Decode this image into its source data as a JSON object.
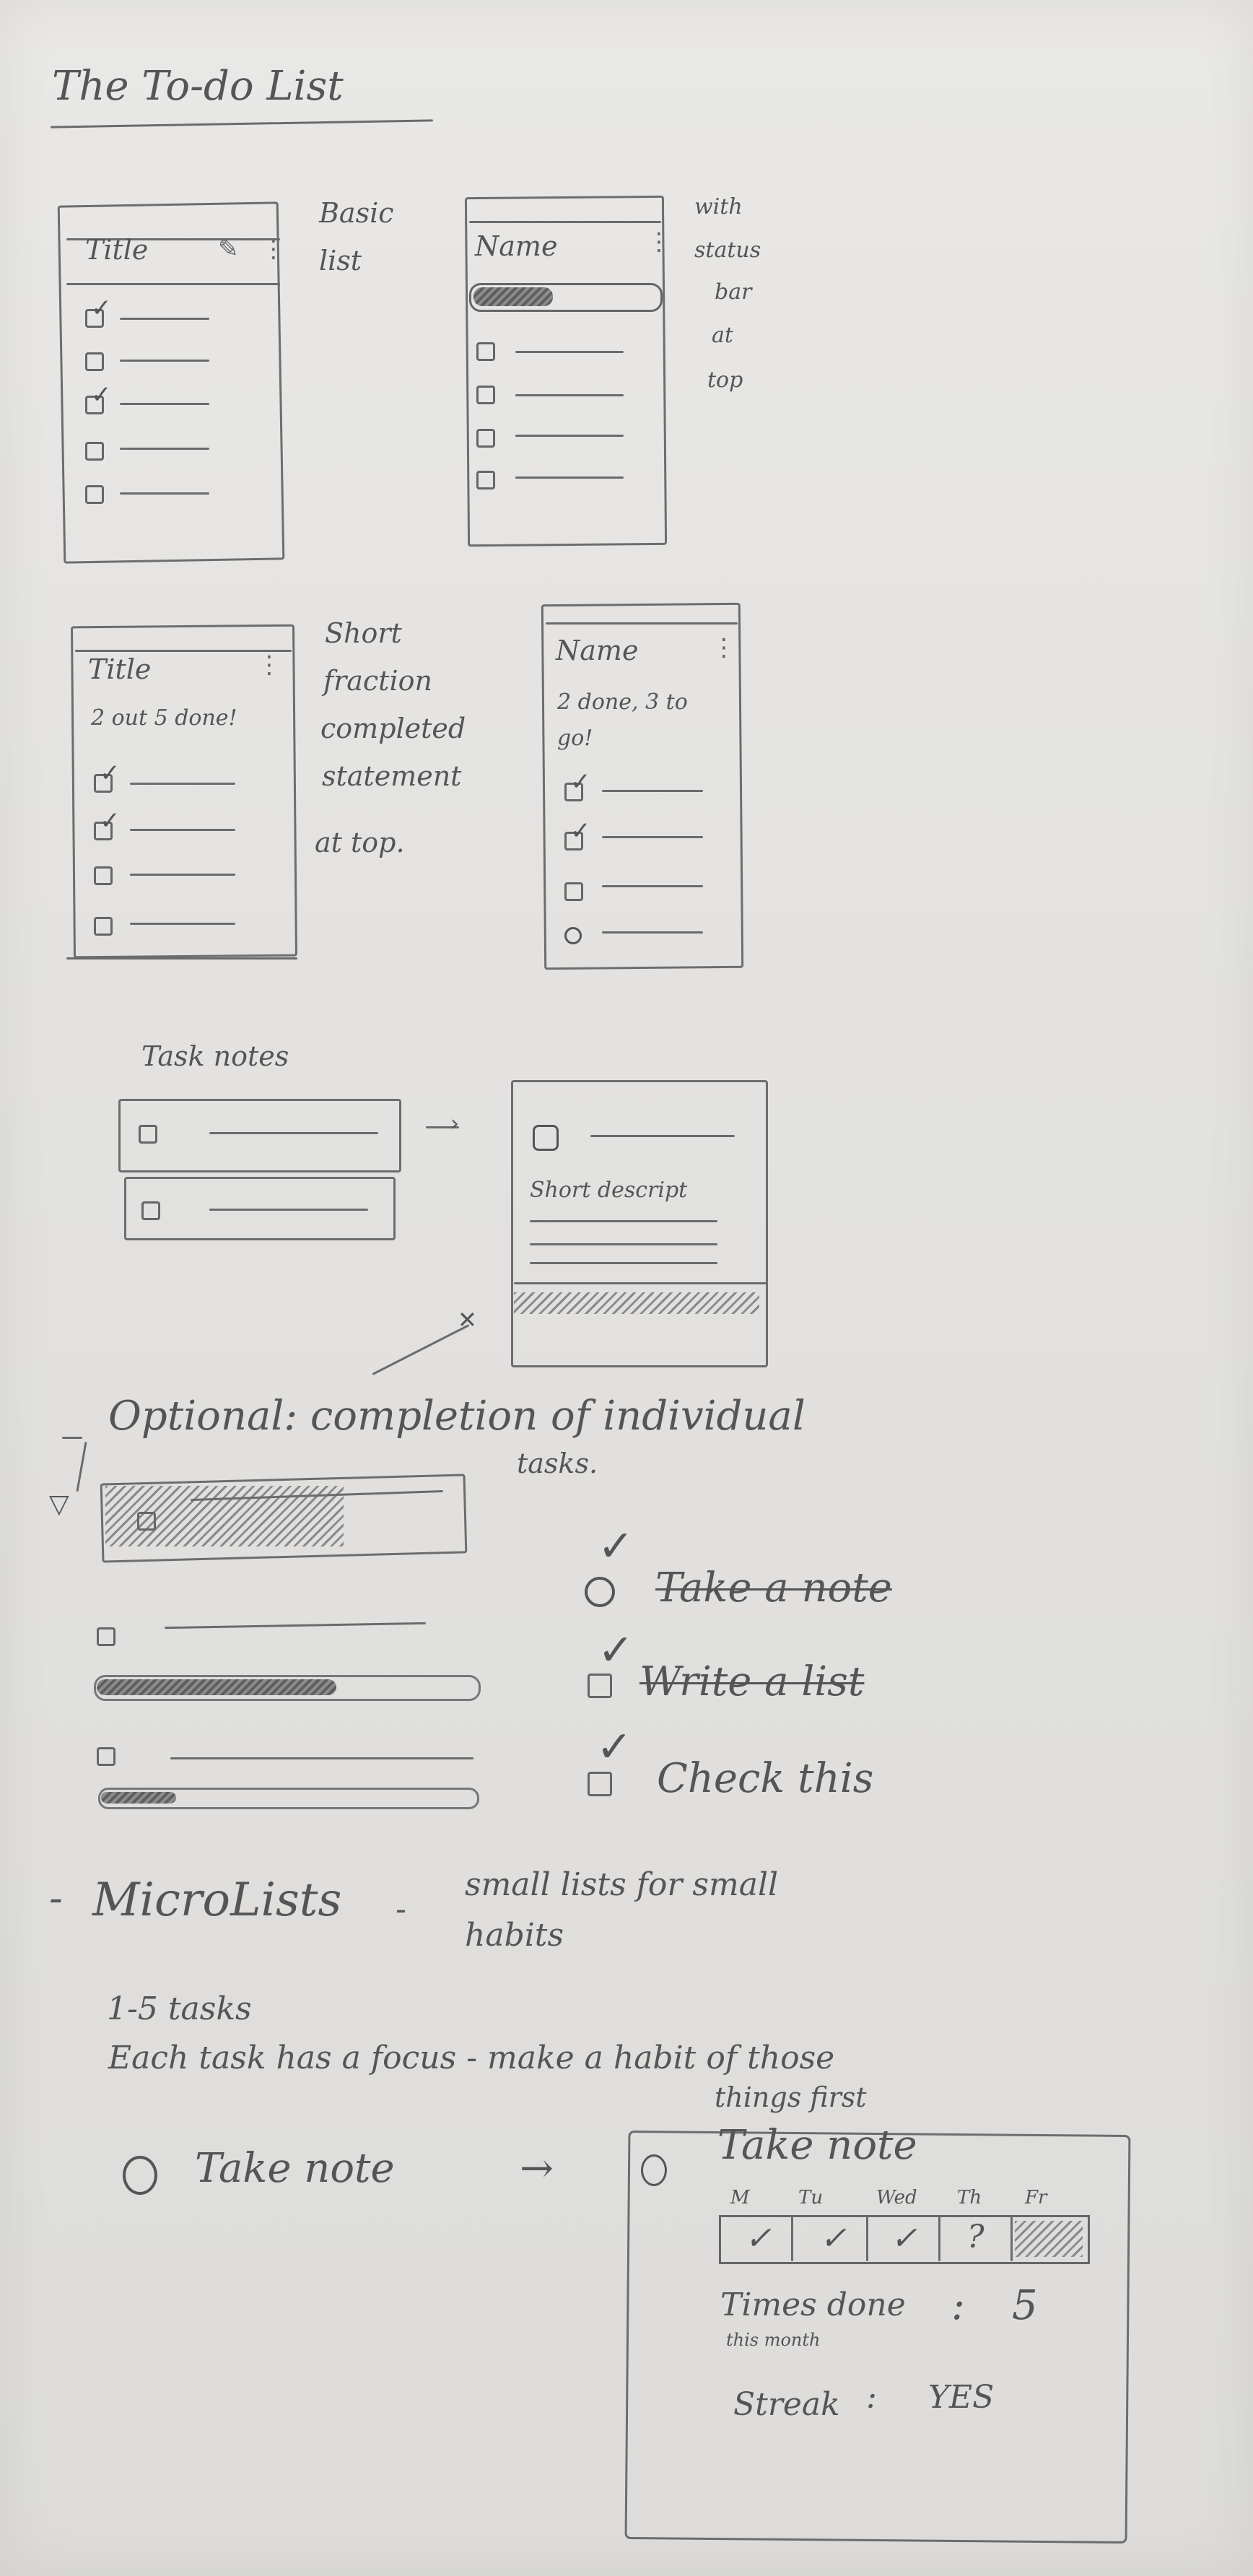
{
  "title": "The To-do List",
  "sketch1": {
    "header": "Title",
    "caption": [
      "Basic",
      "list"
    ]
  },
  "sketch2": {
    "header": "Name",
    "caption": [
      "with",
      "status",
      "bar",
      "at",
      "top"
    ]
  },
  "sketch3": {
    "header": "Title",
    "status": "2 out 5 done!",
    "caption": [
      "Short",
      "fraction",
      "completed",
      "statement",
      "at top."
    ]
  },
  "sketch4": {
    "header": "Name",
    "status": [
      "2 done, 3 to",
      "go!"
    ]
  },
  "task_notes": {
    "heading": "Task notes",
    "expanded_text": "Short descript"
  },
  "optional": {
    "heading": "Optional: completion of individual",
    "heading_cont": "tasks.",
    "examples": [
      "Take a note",
      "Write a list",
      "Check this"
    ]
  },
  "microlists": {
    "heading": "MicroLists",
    "dash": "-",
    "desc_line1": "small lists for small",
    "desc_line2": "habits",
    "count": "1-5 tasks",
    "focus_line": "Each task has a focus - make a habit of those",
    "focus_line2": "things first",
    "task_label": "Take note",
    "arrow": "→",
    "detail": {
      "title": "Take note",
      "days": [
        "M",
        "Tu",
        "Wed",
        "Th",
        "Fr"
      ],
      "marks": [
        "✓",
        "✓",
        "✓",
        "?",
        ""
      ],
      "times_label": "Times done",
      "times_sub": "this month",
      "times_colon": ":",
      "times_value": "5",
      "streak_label": "Streak",
      "streak_colon": ":",
      "streak_value": "YES"
    }
  },
  "colors": {
    "paper": "#e6e5e3",
    "pencil": "#555555"
  }
}
